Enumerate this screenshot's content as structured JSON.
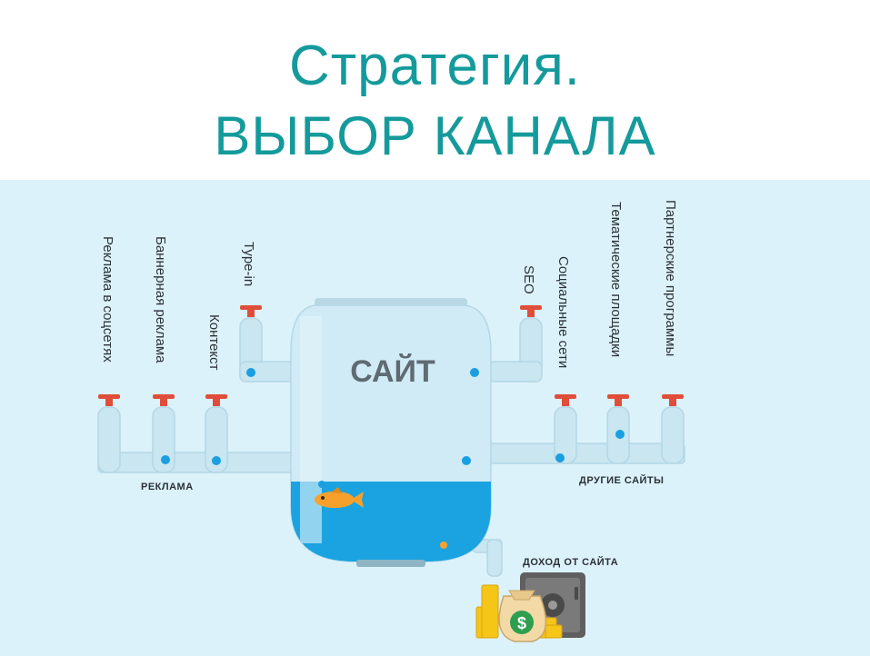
{
  "title": {
    "line1": "Стратегия.",
    "line2": "ВЫБОР КАНАЛА"
  },
  "diagram": {
    "center_label": "САЙТ",
    "left_group_label": "РЕКЛАМА",
    "right_group_label": "ДРУГИЕ САЙТЫ",
    "income_label": "ДОХОД ОТ САЙТА",
    "left_channels": [
      "Реклама в соцсетях",
      "Баннерная реклама",
      "Контекст",
      "Type-in"
    ],
    "right_channels": [
      "SEO",
      "Социальные сети",
      "Тематические площадки",
      "Партнерские программы"
    ],
    "money_symbol": "$",
    "colors": {
      "title": "#159a9c",
      "background": "#dcf2fa",
      "pipe": "#c6e4ef",
      "valve": "#e04e3a",
      "water": "#1aa3e0",
      "fish": "#f7a12c",
      "coins": "#f5c518",
      "safe": "#6b6b6b"
    },
    "icons": [
      "fish-icon",
      "money-bag-icon",
      "coins-icon",
      "safe-icon",
      "valve-icon"
    ]
  }
}
